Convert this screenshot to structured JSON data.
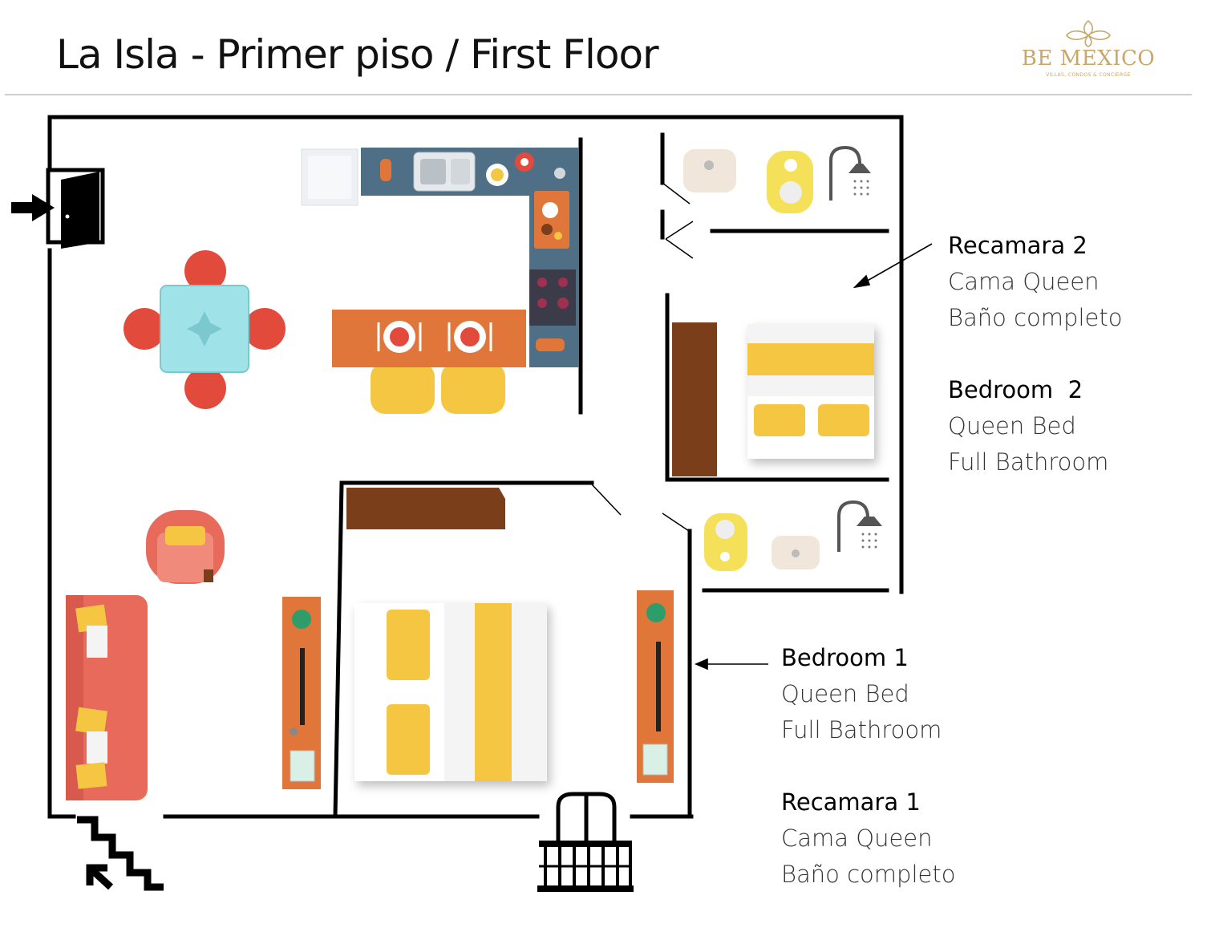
{
  "title": "La Isla - Primer piso / First Floor",
  "logo": {
    "brand": "BE MEXICO",
    "tagline": "VILLAS, CONDOS & CONCIERGE",
    "color": "#c7a76a"
  },
  "labels": {
    "bedroom2_es": {
      "heading": "Recamara 2",
      "line1": "Cama Queen",
      "line2": "Baño completo"
    },
    "bedroom2_en": {
      "heading": "Bedroom  2",
      "line1": "Queen Bed",
      "line2": "Full Bathroom"
    },
    "bedroom1_en": {
      "heading": "Bedroom 1",
      "line1": "Queen Bed",
      "line2": "Full Bathroom"
    },
    "bedroom1_es": {
      "heading": "Recamara 1",
      "line1": "Cama Queen",
      "line2": "Baño completo"
    }
  },
  "colors": {
    "wall": "#000000",
    "kitchen_counter": "#4e6f86",
    "wood": "#e0763a",
    "table_glass": "#9fe3e8",
    "chair": "#e24a3c",
    "sofa": "#e86a5a",
    "yellow": "#f5c642",
    "wardrobe": "#7a3f1a",
    "bed_white": "#f4f4f4"
  },
  "icons": [
    "entry-door-icon",
    "entry-arrow-icon",
    "stairs-icon",
    "balcony-icon",
    "shower-icon",
    "toilet-icon",
    "sink-icon",
    "stove-icon",
    "plant-icon"
  ]
}
